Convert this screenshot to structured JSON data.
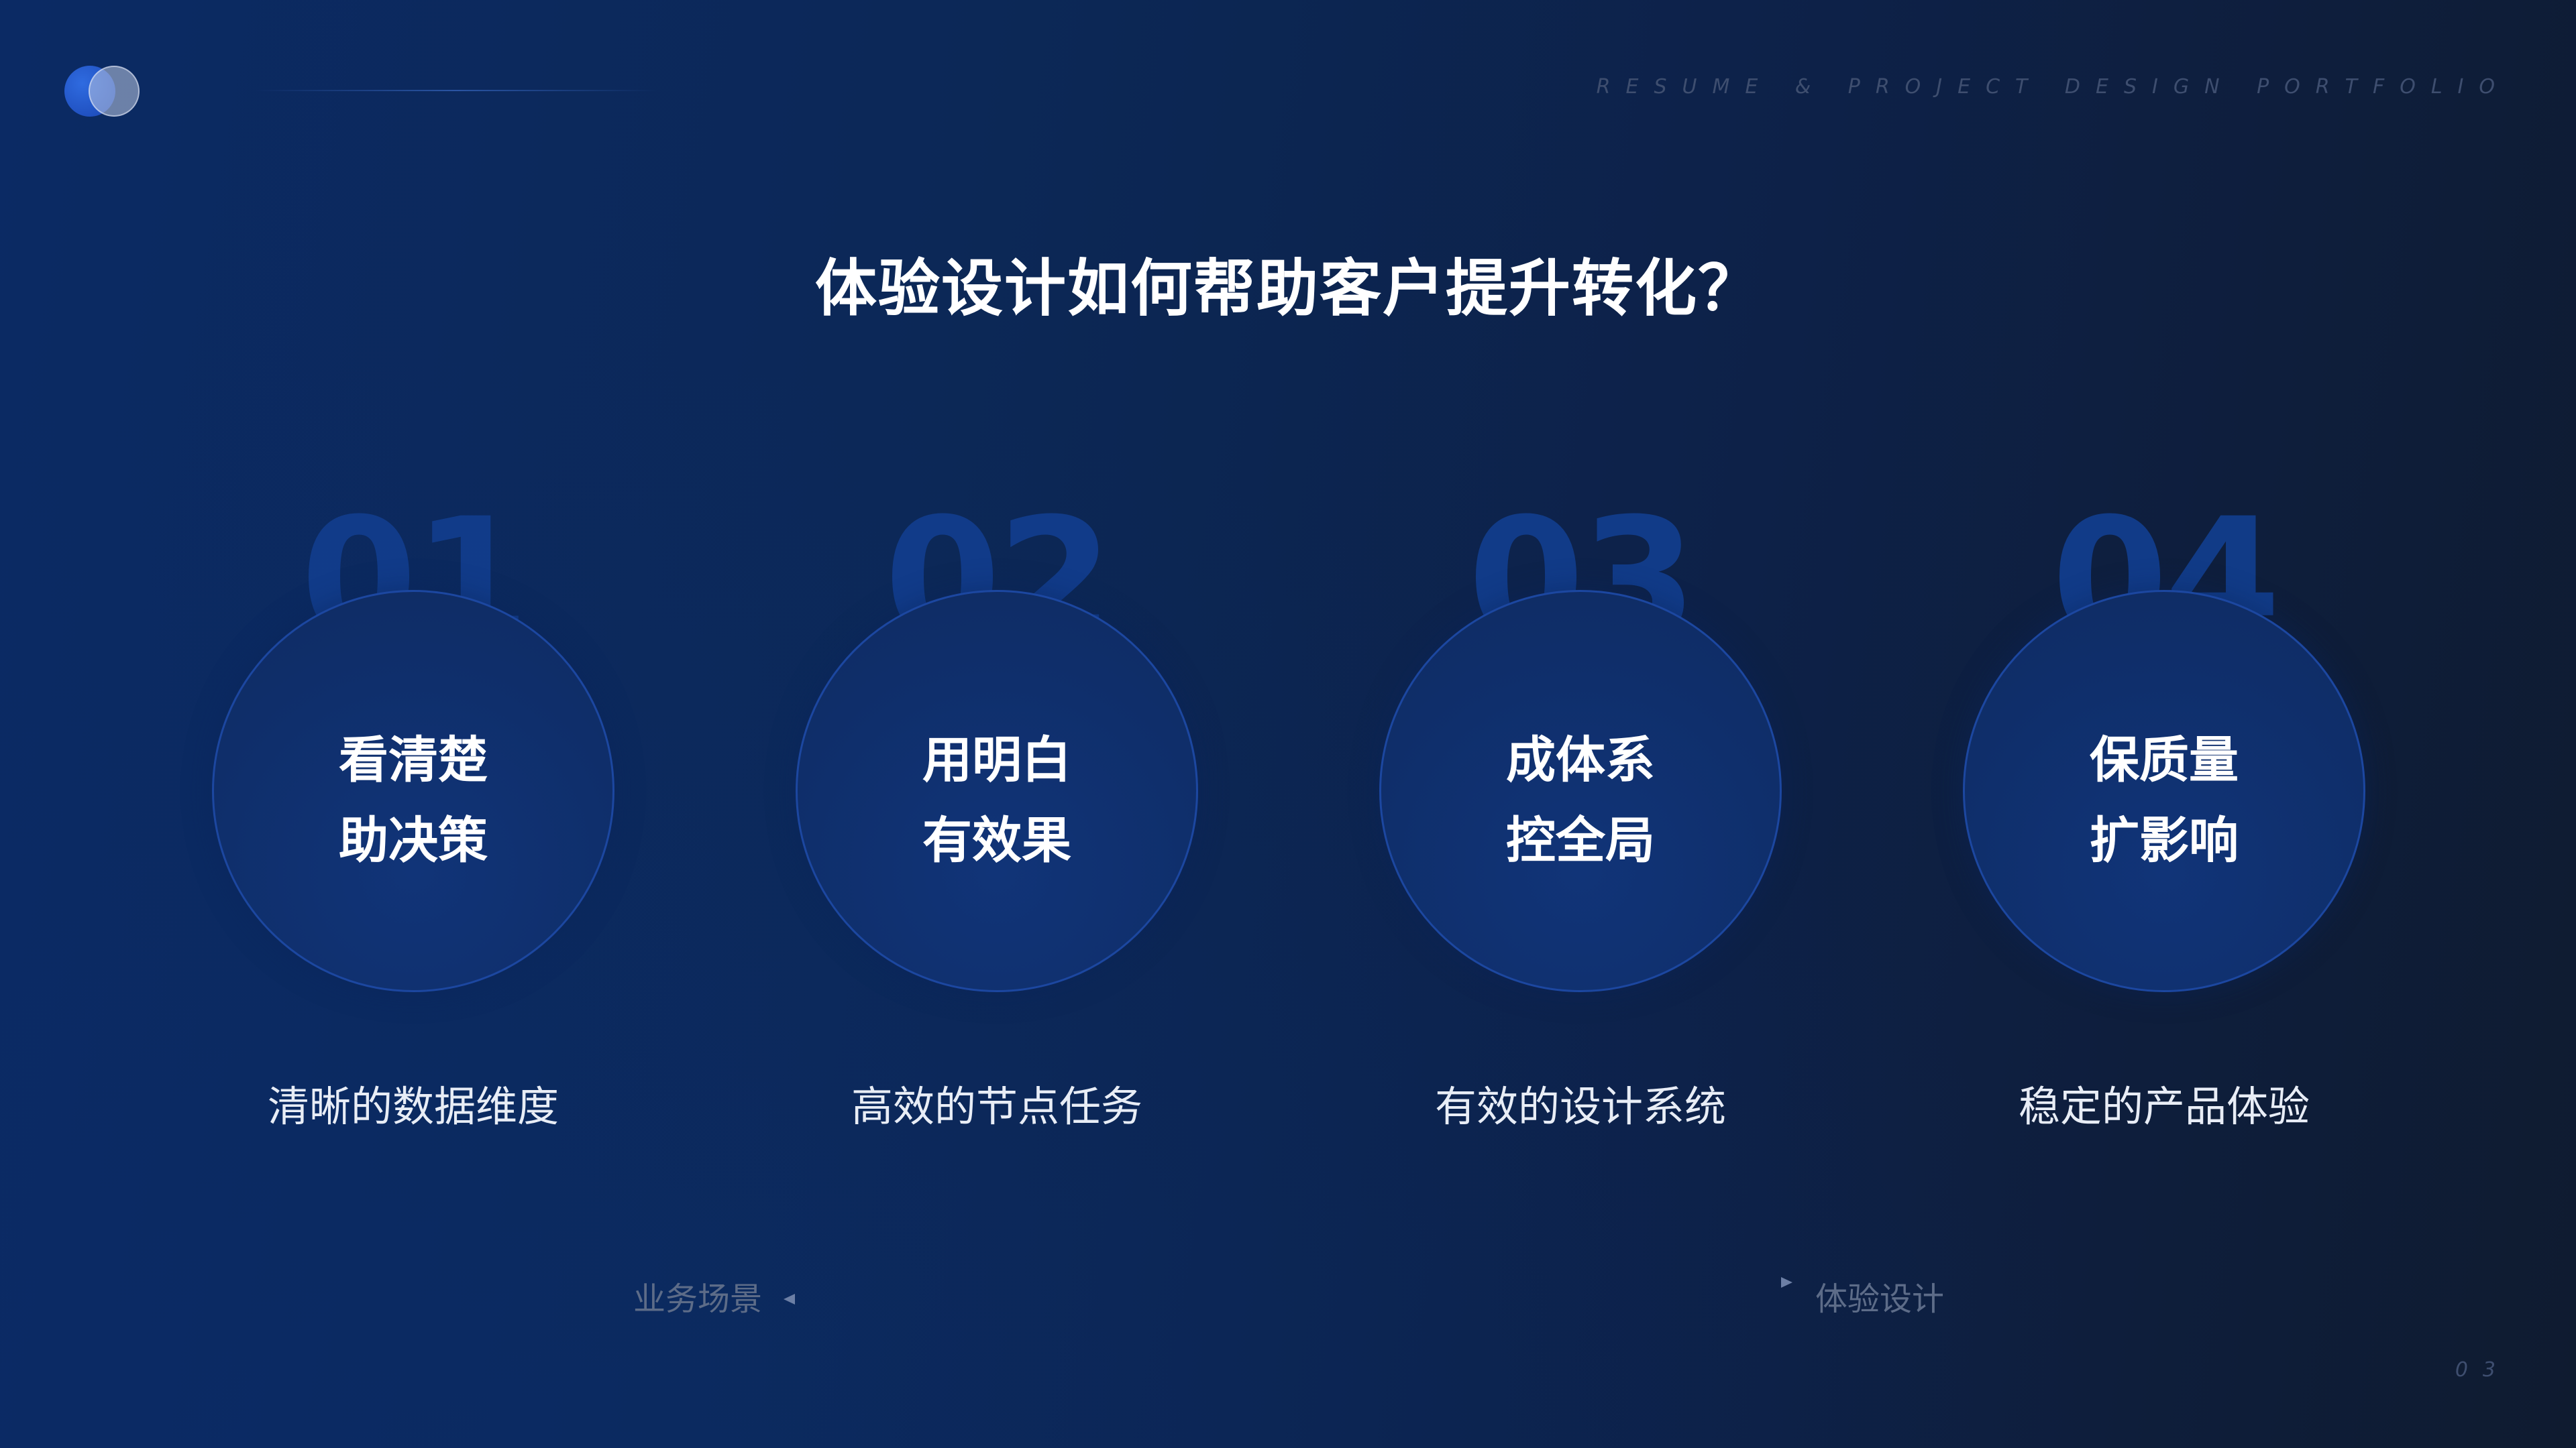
{
  "header": {
    "brand": "RESUME & PROJECT DESIGN PORTFOLIO"
  },
  "title": "体验设计如何帮助客户提升转化？",
  "cards": [
    {
      "number": "01",
      "line1": "看清楚",
      "line2": "助决策",
      "desc": "清晰的数据维度"
    },
    {
      "number": "02",
      "line1": "用明白",
      "line2": "有效果",
      "desc": "高效的节点任务"
    },
    {
      "number": "03",
      "line1": "成体系",
      "line2": "控全局",
      "desc": "有效的设计系统"
    },
    {
      "number": "04",
      "line1": "保质量",
      "line2": "扩影响",
      "desc": "稳定的产品体验"
    }
  ],
  "axis": {
    "left": "业务场景",
    "right": "体验设计"
  },
  "page_number": "03",
  "colors": {
    "background": "#0c2857",
    "circle_fill": "#0f2f6c",
    "circle_border": "#1c47a0",
    "number_watermark": "#123d8c",
    "muted_text": "#3e4e6f",
    "axis_text": "#5d6c88"
  }
}
